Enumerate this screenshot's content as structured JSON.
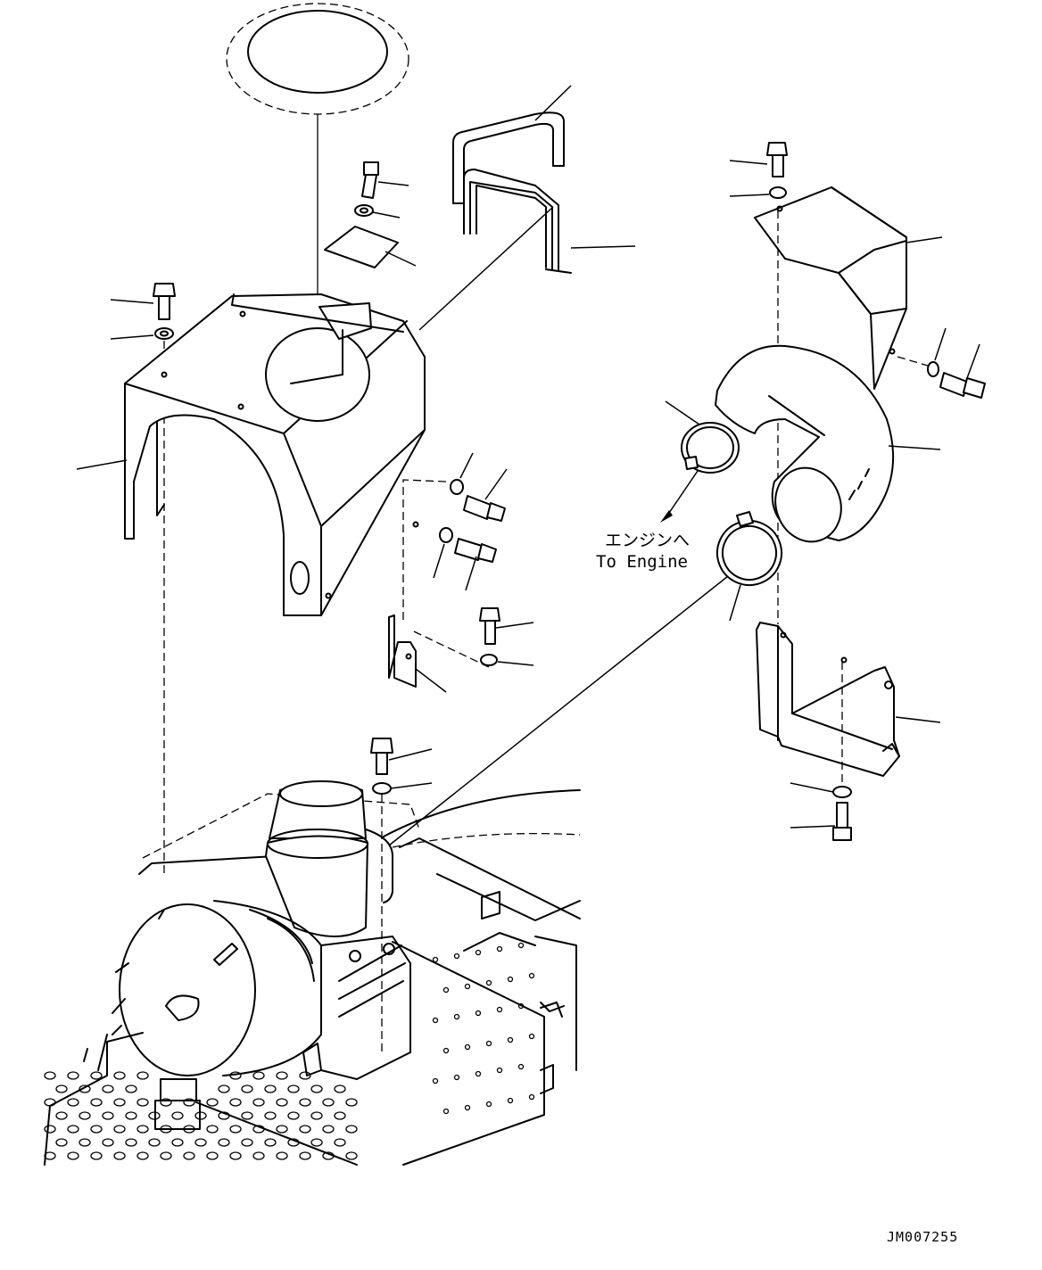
{
  "annotation": {
    "japanese": "エンジンへ",
    "english": "To Engine"
  },
  "figure_code": "JM007255"
}
